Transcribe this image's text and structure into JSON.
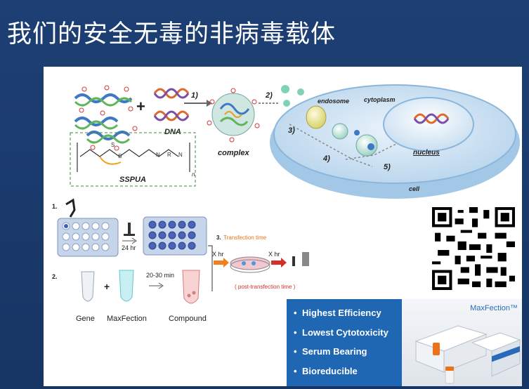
{
  "slide": {
    "title": "我们的安全无毒的非病毒载体"
  },
  "scheme": {
    "dna_label": "DNA",
    "polymer_label": "SSPUA",
    "complex_label": "complex",
    "endosome_label": "endosome",
    "cytoplasm_label": "cytoplasm",
    "nucleus_label": "nucleus",
    "cell_label": "cell",
    "step1": "1)",
    "step2": "2)",
    "step3": "3)",
    "step4": "4)",
    "step5": "5)",
    "plus": "+",
    "subscript_n": "n"
  },
  "protocol": {
    "step1_label": "1.",
    "step2_label": "2.",
    "step3_label": "3.",
    "time_24": "24 hr",
    "time_20_30": "20-30 min",
    "transfection_time": "Transfection time",
    "x_hr_1": "X hr",
    "x_hr_2": "X hr",
    "post_transfection": "( post-transfection time )",
    "gene_label": "Gene",
    "maxfection_label": "MaxFection",
    "compound_label": "Compound",
    "plus": "+"
  },
  "promo": {
    "features": [
      "Highest Efficiency",
      "Lowest Cytotoxicity",
      "Serum Bearing",
      "Bioreducible"
    ],
    "brand": "MaxFection™"
  },
  "colors": {
    "background": "#1a3a6c",
    "promo_blue": "#1f66b3",
    "orange_text": "#e8731a",
    "red_text": "#d4302a"
  }
}
